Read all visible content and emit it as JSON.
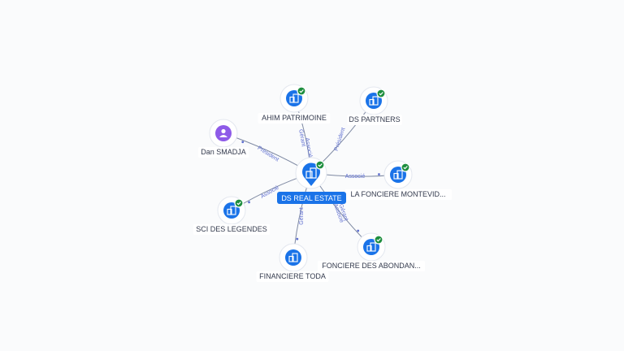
{
  "center": {
    "label": "DS REAL ESTATE",
    "color": "#1a73e8"
  },
  "nodes": [
    {
      "id": "ahim",
      "label": "AHIM PATRIMOINE",
      "kind": "company",
      "verified": true
    },
    {
      "id": "dspartners",
      "label": "DS PARTNERS",
      "kind": "company",
      "verified": true
    },
    {
      "id": "dan",
      "label": "Dan SMADJA",
      "kind": "person",
      "verified": false
    },
    {
      "id": "lafonciere",
      "label": "LA FONCIERE MONTEVID...",
      "kind": "company",
      "verified": true
    },
    {
      "id": "sci",
      "label": "SCI DES LEGENDES",
      "kind": "company",
      "verified": true
    },
    {
      "id": "financiere",
      "label": "FINANCIERE TODA",
      "kind": "company",
      "verified": false
    },
    {
      "id": "fonciere",
      "label": "FONCIERE DES ABONDAN...",
      "kind": "company",
      "verified": true
    }
  ],
  "edges": [
    {
      "to": "ahim",
      "labels": [
        "Gérant",
        "Associé"
      ]
    },
    {
      "to": "dspartners",
      "labels": [
        "Président"
      ]
    },
    {
      "to": "dan",
      "labels": [
        "Président"
      ]
    },
    {
      "to": "lafonciere",
      "labels": [
        "Associé"
      ]
    },
    {
      "to": "sci",
      "labels": [
        "Associé"
      ]
    },
    {
      "to": "financiere",
      "labels": [
        "Gérant"
      ]
    },
    {
      "to": "fonciere",
      "labels": [
        "Gérant",
        "Associé"
      ]
    }
  ],
  "colors": {
    "company": "#1a73e8",
    "person": "#8e5be8",
    "verified": "#1e8e3e",
    "edge": "#7f8aa3",
    "edge_label": "#5f6fd0"
  },
  "icons": {
    "company": "building-icon",
    "person": "person-icon",
    "verified": "check-badge-icon"
  }
}
